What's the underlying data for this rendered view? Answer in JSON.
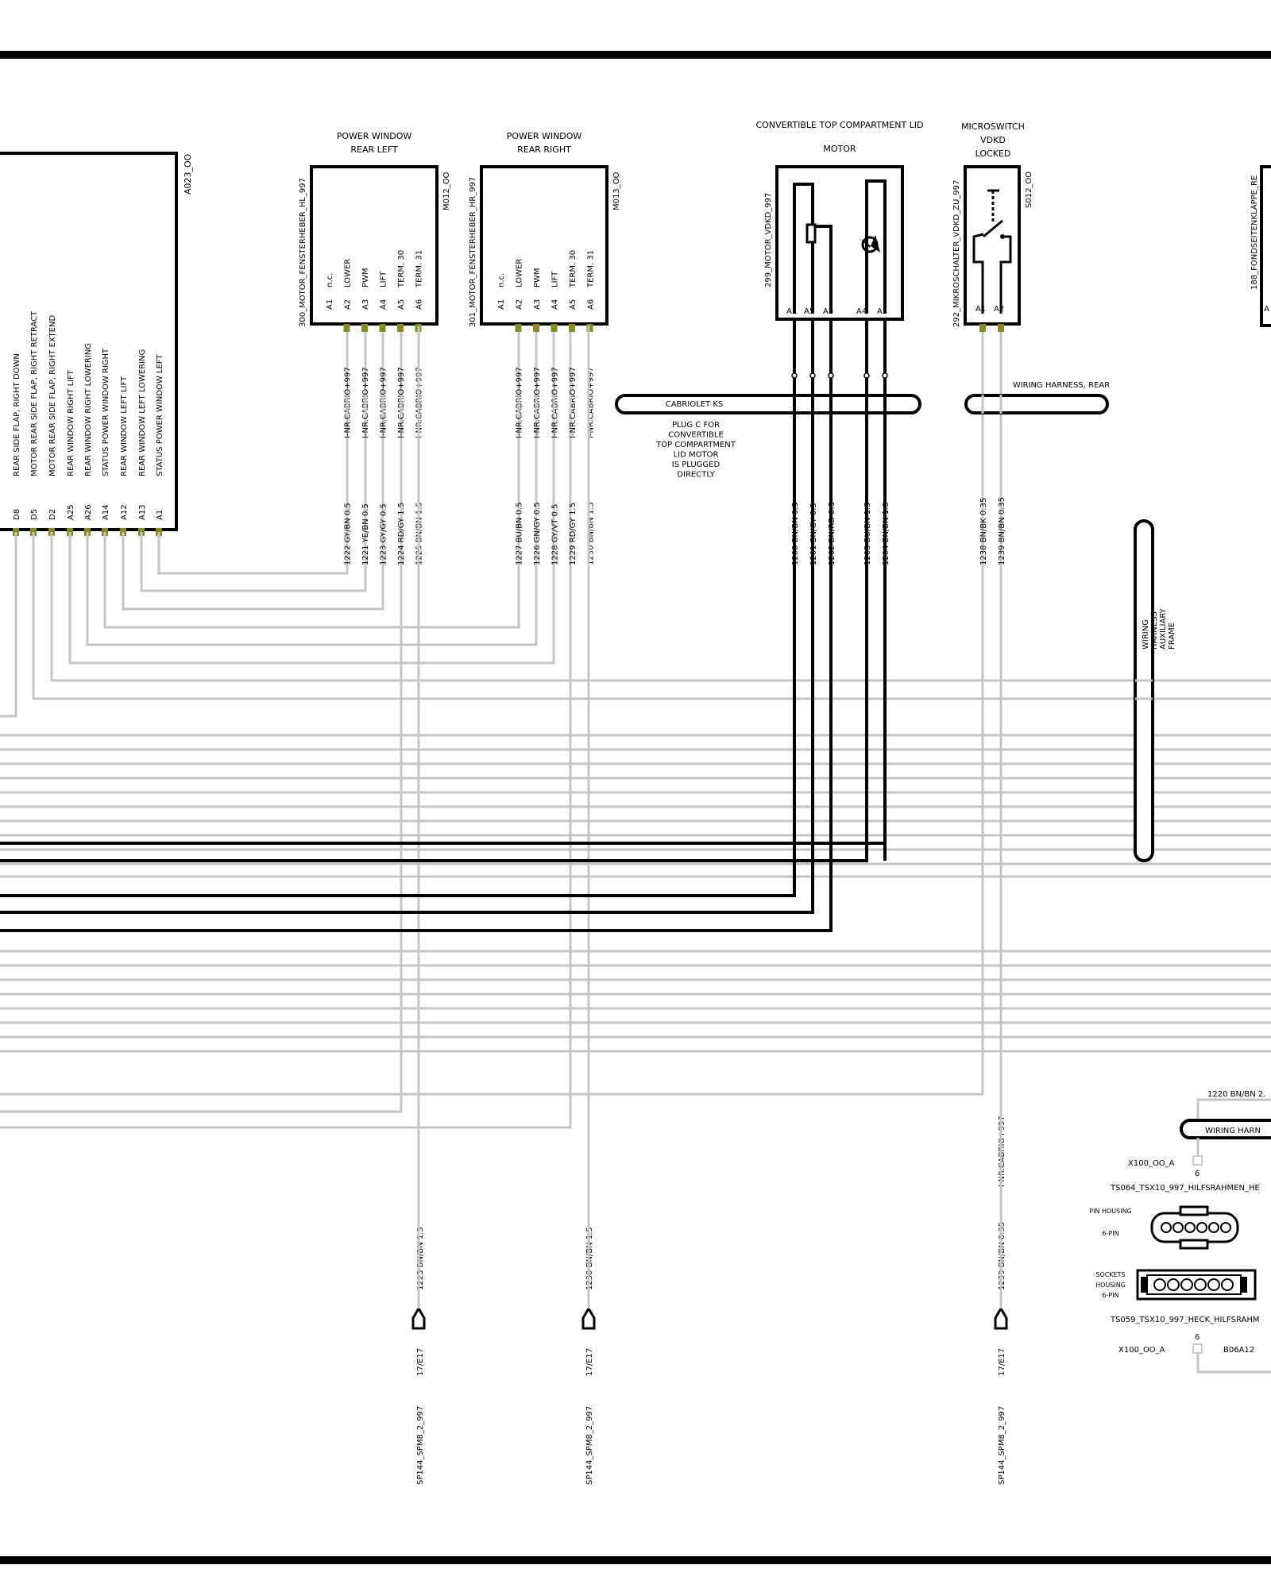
{
  "control_unit": {
    "ref": "A023_OO",
    "pins": [
      {
        "pin": "D8",
        "label": "REAR SIDE FLAP, RIGHT  DOWN"
      },
      {
        "pin": "D5",
        "label": "MOTOR    REAR SIDE FLAP, RIGHT  RETRACT"
      },
      {
        "pin": "D2",
        "label": "MOTOR    REAR SIDE FLAP, RIGHT  EXTEND"
      },
      {
        "pin": "A25",
        "label": "REAR  WINDOW  RIGHT  LIFT"
      },
      {
        "pin": "A26",
        "label": "REAR  WINDOW  RIGHT  LOWERING"
      },
      {
        "pin": "A14",
        "label": "STATUS  POWER WINDOW  RIGHT"
      },
      {
        "pin": "A12",
        "label": "REAR  WINDOW  LEFT  LIFT"
      },
      {
        "pin": "A13",
        "label": "REAR  WINDOW  LEFT  LOWERING"
      },
      {
        "pin": "A1",
        "label": "STATUS  POWER WINDOW  LEFT"
      }
    ]
  },
  "window_left": {
    "title1": "POWER WINDOW",
    "title2": "REAR LEFT",
    "name": "300_MOTOR_FENSTERHEBER_HL_997",
    "ref": "M012_OO",
    "pins": [
      {
        "pin": "A1",
        "label": "n.c."
      },
      {
        "pin": "A2",
        "label": "LOWER"
      },
      {
        "pin": "A3",
        "label": "PWM"
      },
      {
        "pin": "A4",
        "label": "LIFT"
      },
      {
        "pin": "A5",
        "label": "TERM. 30"
      },
      {
        "pin": "A6",
        "label": "TERM. 31"
      }
    ],
    "harness": [
      "I-NR.CABRIO+997",
      "I-NR.CABRIO+997",
      "I-NR.CABRIO+997",
      "I-NR.CABRIO+997",
      "I-NR.CABRIO+997"
    ],
    "wires": [
      "1222 GY/BN 0.5",
      "1221 YE/BN 0.5",
      "1223 GY/GY 0.5",
      "1224 RD/GY 1.5",
      "1225 BN/BN 1.5"
    ],
    "bottom_wire": "1225 BN/BN 1.5",
    "splice_ref": "17/E17",
    "splice": "SP144_SPM8_2_997"
  },
  "window_right": {
    "title1": "POWER WINDOW",
    "title2": "REAR RIGHT",
    "name": "301_MOTOR_FENSTERHEBER_HR_997",
    "ref": "M013_OO",
    "pins": [
      {
        "pin": "A1",
        "label": "n.c."
      },
      {
        "pin": "A2",
        "label": "LOWER"
      },
      {
        "pin": "A3",
        "label": "PWM"
      },
      {
        "pin": "A4",
        "label": "LIFT"
      },
      {
        "pin": "A5",
        "label": "TERM. 30"
      },
      {
        "pin": "A6",
        "label": "TERM. 31"
      }
    ],
    "harness": [
      "I-NR.CABRIO+997",
      "I-NR.CABRIO+997",
      "I-NR.CABRIO+997",
      "I-NR.CABRIO+997",
      "I-NR.CABRIO+997"
    ],
    "wires": [
      "1227 BU/BN 0.5",
      "1226 GN/GY 0.5",
      "1228 GY/VT 0.5",
      "1229 RD/GY 1.5",
      "1230 BN/BN 1.5"
    ],
    "bottom_wire": "1230 BN/BN 1.5",
    "splice_ref": "17/E17",
    "splice": "SP144_SPM8_2_997"
  },
  "vdkd_motor": {
    "title1": "CONVERTIBLE TOP COMPARTMENT LID",
    "title2": "MOTOR",
    "name": "299_MOTOR_VDKD_997",
    "pins": [
      "A1",
      "A5",
      "A3",
      "A4",
      "A2"
    ],
    "wires": [
      "1200 BN/BN 0.5",
      "1201 BN/GY 0.5",
      "1202 BN/RD 0.5",
      "1203 BU/BN 1.5",
      "1204 BN/BN 1.5"
    ]
  },
  "harness_cabriolet": {
    "label": "CABRIOLET KS",
    "note": [
      "PLUG C FOR",
      "CONVERTIBLE",
      "TOP COMPARTMENT",
      "LID MOTOR",
      "IS PLUGGED",
      "DIRECTLY"
    ]
  },
  "microswitch": {
    "title1": "MICROSWITCH",
    "title2": "VDKD",
    "title3": "LOCKED",
    "name": "292_MIKROSCHALTER_VDKD_ZU_997",
    "ref": "S012_OO",
    "pins": [
      "A1",
      "A2"
    ],
    "wires": [
      "1238 BN/BK 0.35",
      "1239 BN/BN 0.35"
    ],
    "harness": "I-NR.CABRIO+997",
    "bottom_wire": "1239 BN/BN 0.35",
    "splice_ref": "17/E17",
    "splice": "SP144_SPM8_2_997"
  },
  "harness_rear": {
    "label": "WIRING HARNESS, REAR"
  },
  "harness_aux": {
    "lines": [
      "WIRING",
      "HARNESS",
      "AUXILIARY",
      "FRAME"
    ]
  },
  "fond_flap": {
    "name": "188_FONDSEITENKLAPPE_RE",
    "pin": "A"
  },
  "connector_area": {
    "wire": "1220 BN/BN 2.",
    "harness": "WIRING  HARN",
    "x100_top": "X100_OO_A",
    "pin_top": "6",
    "ts064": "TS064_TSX10_997_HILFSRAHMEN_HE",
    "pin_housing": "PIN HOUSING",
    "pin_housing_count": "6-PIN",
    "sockets1": "SOCKETS",
    "sockets2": "HOUSING",
    "sockets3": "6-PIN",
    "ts059": "TS059_TSX10_997_HECK_HILFSRAHM",
    "pin_bottom": "6",
    "x100_bottom": "X100_OO_A",
    "b06": "B06A12"
  }
}
